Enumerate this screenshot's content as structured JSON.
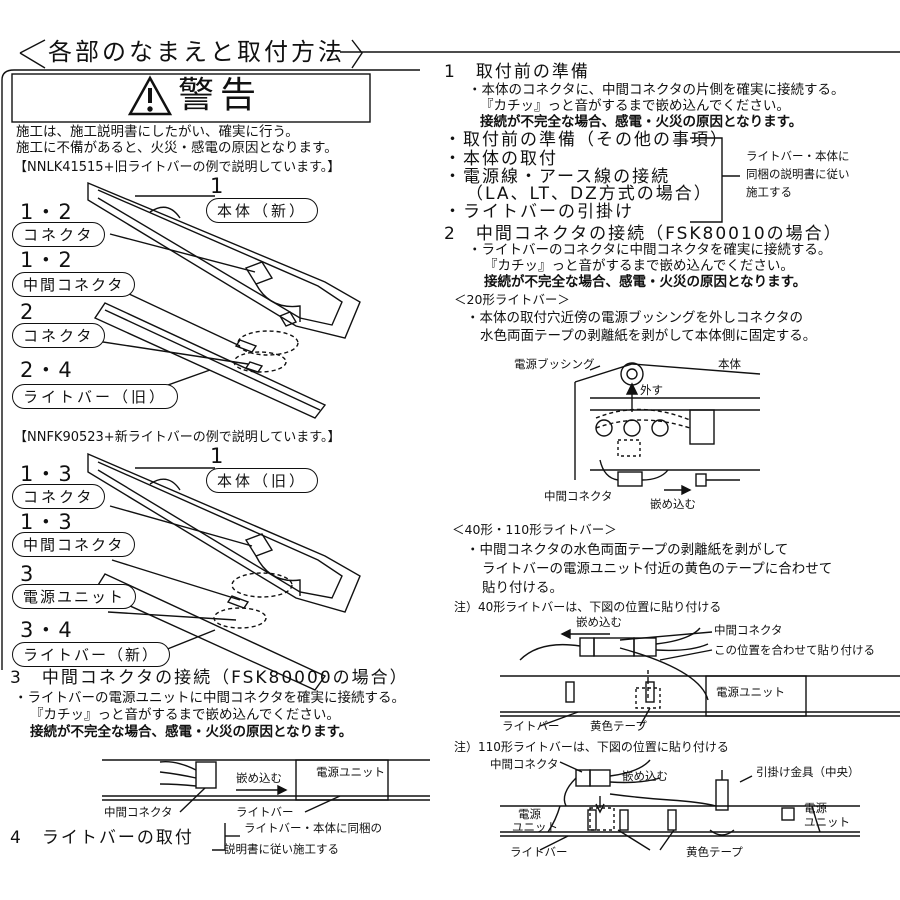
{
  "header": {
    "title": "各部のなまえと取付方法"
  },
  "warning": {
    "title": "警告",
    "line1": "施工は、施工説明書にしたがい、確実に行う。",
    "line2": "施工に不備があると、火災・感電の原因となります。"
  },
  "diagram1": {
    "caption": "【NNLK41515+旧ライトバーの例で説明しています。】",
    "body_num": "1",
    "body_label": "本体（新）",
    "connector_num": "1・2",
    "connector_label": "コネクタ",
    "mid_num": "1・2",
    "mid_label": "中間コネクタ",
    "c2_num": "2",
    "c2_label": "コネクタ",
    "bar_num": "2・4",
    "bar_label": "ライトバー（旧）"
  },
  "diagram2": {
    "caption": "【NNFK90523+新ライトバーの例で説明しています。】",
    "body_num": "1",
    "body_label": "本体（旧）",
    "connector_num": "1・3",
    "connector_label": "コネクタ",
    "mid_num": "1・3",
    "mid_label": "中間コネクタ",
    "psu_num": "3",
    "psu_label": "電源ユニット",
    "bar_num": "3・4",
    "bar_label": "ライトバー（新）"
  },
  "step3": {
    "title": "3　中間コネクタの接続（FSK80000の場合）",
    "line1": "・ライトバーの電源ユニットに中間コネクタを確実に接続する。",
    "line2": "『カチッ』っと音がするまで嵌め込んでください。",
    "warn": "接続が不完全な場合、感電・火災の原因となります。",
    "fig_psu": "電源ユニット",
    "fig_insert": "嵌め込む",
    "fig_mid": "中間コネクタ",
    "fig_bar": "ライトバー"
  },
  "step4": {
    "title": "4　ライトバーの取付",
    "note1": "ライトバー・本体に同梱の",
    "note2": "説明書に従い施工する"
  },
  "step1": {
    "title": "1　取付前の準備",
    "line1": "・本体のコネクタに、中間コネクタの片側を確実に接続する。",
    "line2": "『カチッ』っと音がするまで嵌め込んでください。",
    "warn": "接続が不完全な場合、感電・火災の原因となります。",
    "items": [
      "・取付前の準備（その他の事項）",
      "・本体の取付",
      "・電源線・アース線の接続",
      "（LA、LT、DZ方式の場合）",
      "・ライトバーの引掛け"
    ],
    "side1": "ライトバー・本体に",
    "side2": "同梱の説明書に従い",
    "side3": "施工する"
  },
  "step2": {
    "title": "2　中間コネクタの接続（FSK80010の場合）",
    "line1": "・ライトバーのコネクタに中間コネクタを確実に接続する。",
    "line2": "『カチッ』っと音がするまで嵌め込んでください。",
    "warn": "接続が不完全な場合、感電・火災の原因となります。",
    "sub20": "＜20形ライトバー＞",
    "d20_1": "・本体の取付穴近傍の電源ブッシングを外しコネクタの",
    "d20_2": "水色両面テープの剥離紙を剥がして本体側に固定する。",
    "f20_bushing": "電源ブッシング",
    "f20_body": "本体",
    "f20_remove": "外す",
    "f20_mid": "中間コネクタ",
    "f20_insert": "嵌め込む",
    "sub40": "＜40形・110形ライトバー＞",
    "d40_1": "・中間コネクタの水色両面テープの剥離紙を剥がして",
    "d40_2": "ライトバーの電源ユニット付近の黄色のテープに合わせて",
    "d40_3": "貼り付ける。",
    "note40": "注）40形ライトバーは、下図の位置に貼り付ける",
    "f40_insert": "嵌め込む",
    "f40_mid": "中間コネクタ",
    "f40_align": "この位置を合わせて貼り付ける",
    "f40_psu": "電源ユニット",
    "f40_bar": "ライトバー",
    "f40_tape": "黄色テープ",
    "note110": "注）110形ライトバーは、下図の位置に貼り付ける",
    "f110_mid": "中間コネクタ",
    "f110_insert": "嵌め込む",
    "f110_hook": "引掛け金具（中央）",
    "f110_psu_l1": "電源",
    "f110_psu_l2": "ユニット",
    "f110_psu_r1": "電源",
    "f110_psu_r2": "ユニット",
    "f110_bar": "ライトバー",
    "f110_tape": "黄色テープ"
  }
}
